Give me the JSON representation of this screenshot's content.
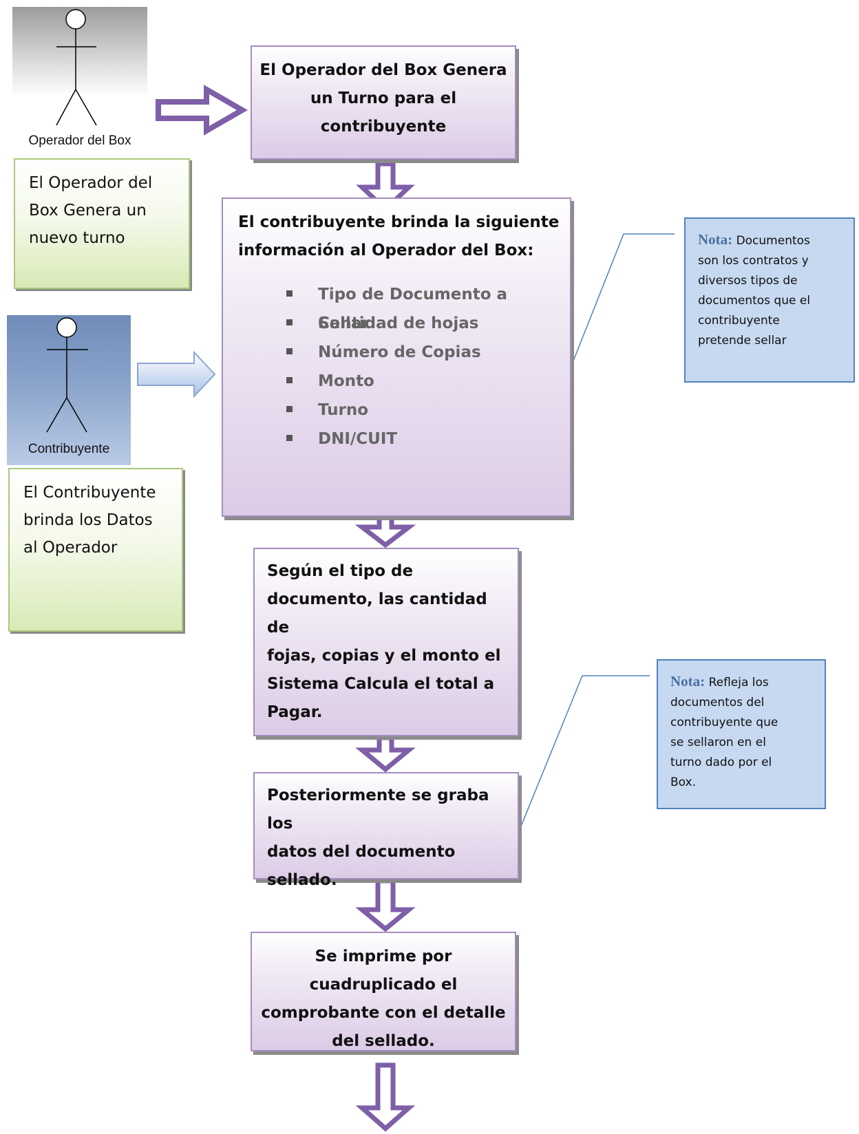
{
  "actors": {
    "operator": {
      "label": "Operador del Box"
    },
    "taxpayer": {
      "label": "Contribuyente"
    }
  },
  "notes": {
    "operator": [
      "El Operador del",
      "Box Genera un",
      "nuevo turno"
    ],
    "taxpayer": [
      "El Contribuyente",
      "brinda los Datos",
      "al Operador"
    ]
  },
  "steps": {
    "step1": [
      "El Operador del Box Genera",
      "un Turno para el",
      "contribuyente"
    ],
    "step2": {
      "title": [
        "El contribuyente  brinda la siguiente",
        "información al Operador del Box:"
      ],
      "items": [
        "Tipo de Documento a Sellar",
        "Cantidad de hojas",
        "Número de Copias",
        "Monto",
        "Turno",
        "DNI/CUIT"
      ]
    },
    "step3": [
      "Según el tipo de",
      "documento, las cantidad de",
      "fojas, copias y el monto el",
      "Sistema Calcula el total a",
      "Pagar."
    ],
    "step4": [
      "Posteriormente se graba los",
      "datos del documento",
      "sellado."
    ],
    "step5": [
      "Se imprime por",
      "cuadruplicado el",
      "comprobante con el detalle",
      "del sellado."
    ]
  },
  "side_notes": {
    "note1": {
      "label": "Nota:",
      "text": [
        "Documentos",
        "son los contratos y",
        "diversos tipos de",
        "documentos que el",
        "contribuyente",
        "pretende sellar"
      ]
    },
    "note2": {
      "label": "Nota:",
      "text": [
        "Refleja los",
        "documentos del",
        "contribuyente que",
        "se sellaron en el",
        "turno dado por el",
        "Box."
      ]
    }
  },
  "colors": {
    "process_border": "#a68cbf",
    "process_fill": "#dccbe6",
    "arrow_purple": "#7e5fa8",
    "note_blue": "#c6d9f1",
    "note_green": "#d9eab7",
    "actor_blue": "#6f8cb8"
  }
}
